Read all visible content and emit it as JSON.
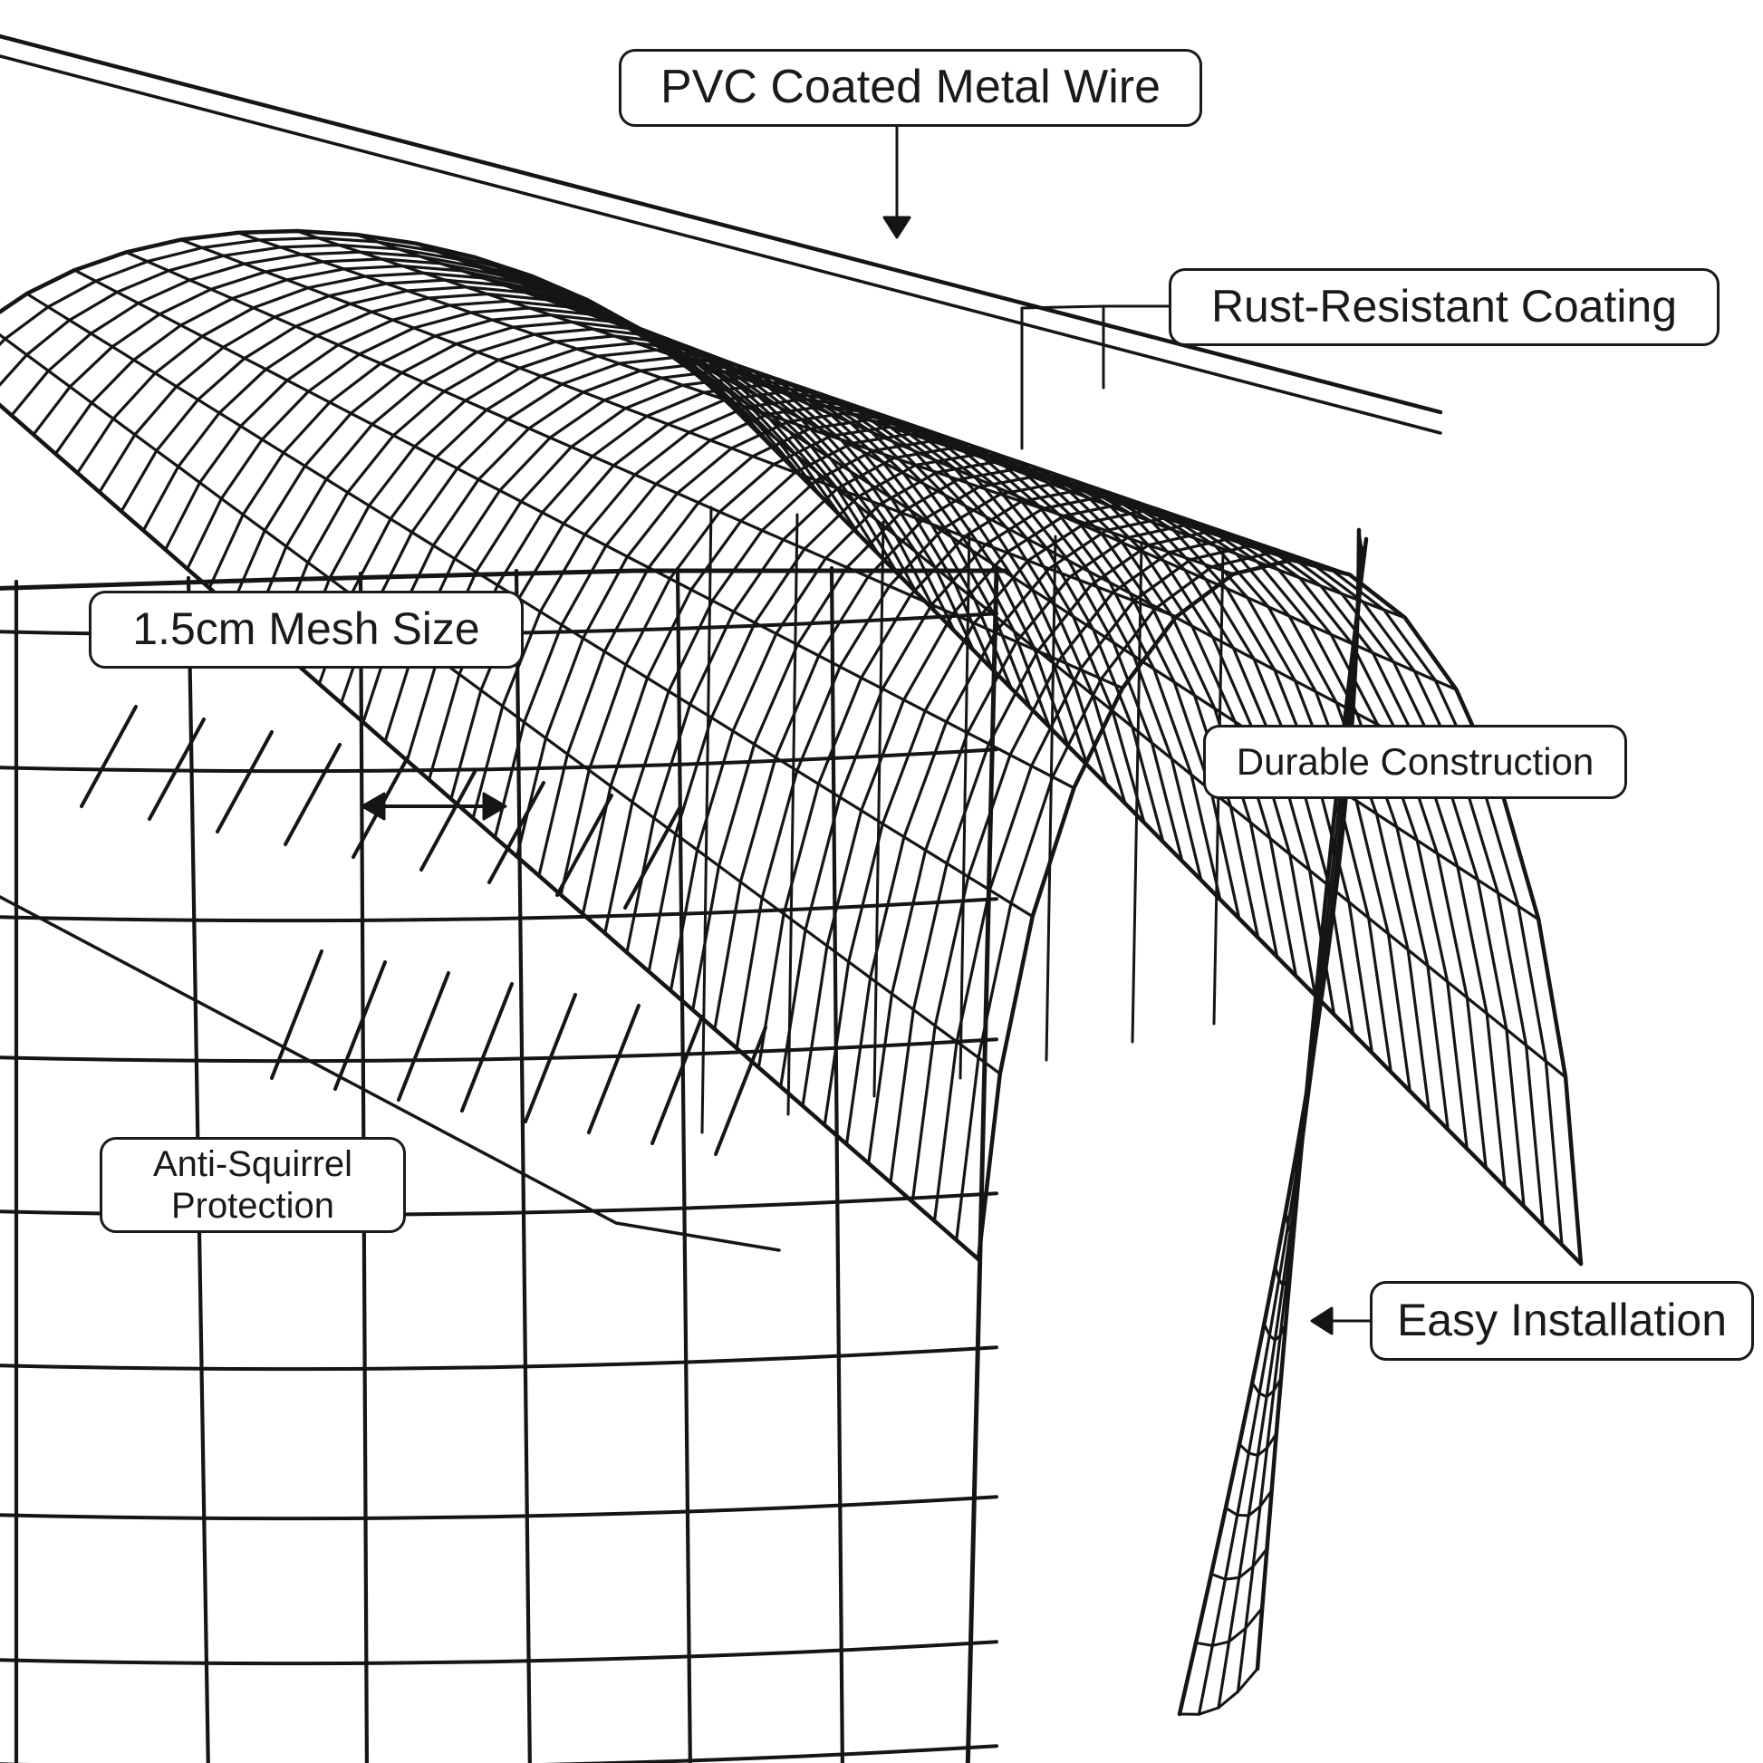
{
  "callouts": {
    "pvc_coated_wire": "PVC Coated Metal Wire",
    "rust_resistant": "Rust-Resistant Coating",
    "mesh_size": "1.5cm Mesh Size",
    "durable": "Durable Construction",
    "anti_squirrel_line1": "Anti-Squirrel",
    "anti_squirrel_line2": "Protection",
    "easy_install": "Easy Installation"
  },
  "colors": {
    "wire": "#151515",
    "background": "#ffffff",
    "label_border": "#1a1a1a",
    "label_text": "#1a1a1a"
  }
}
